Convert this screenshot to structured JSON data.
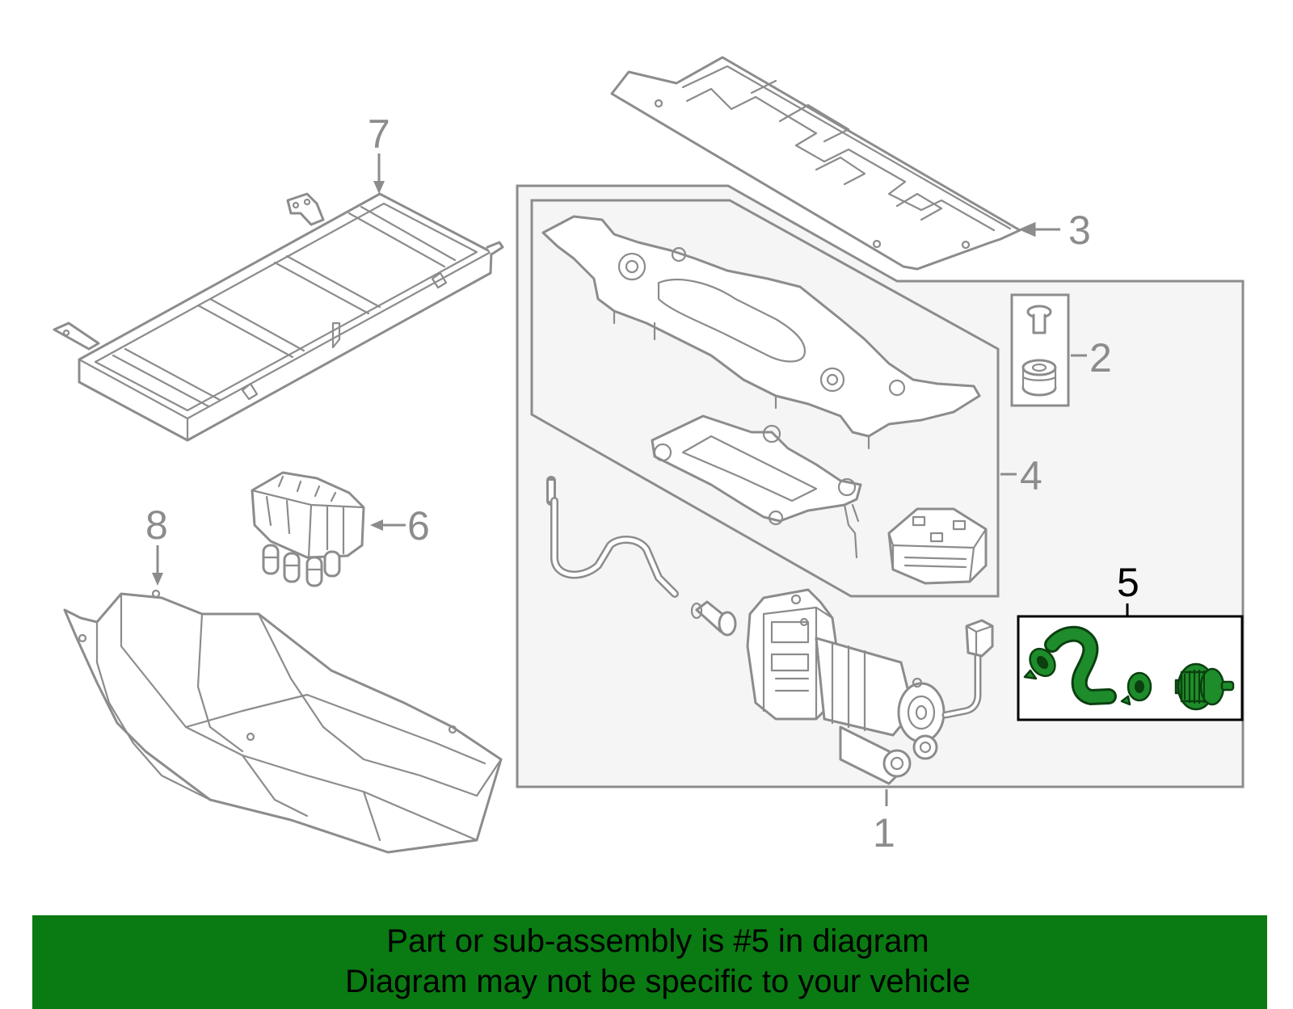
{
  "callouts": {
    "c1": "1",
    "c2": "2",
    "c3": "3",
    "c4": "4",
    "c5": "5",
    "c6": "6",
    "c7": "7",
    "c8": "8"
  },
  "highlighted_callout": "5",
  "banner": {
    "line1": "Part or sub-assembly is #5 in diagram",
    "line2": "Diagram may not be specific to your vehicle"
  },
  "colors": {
    "line_gray": "#8c8c8c",
    "highlight_green": "#1e8c2a",
    "banner_green": "#0a7a12",
    "panel_fill": "#f5f5f5"
  }
}
